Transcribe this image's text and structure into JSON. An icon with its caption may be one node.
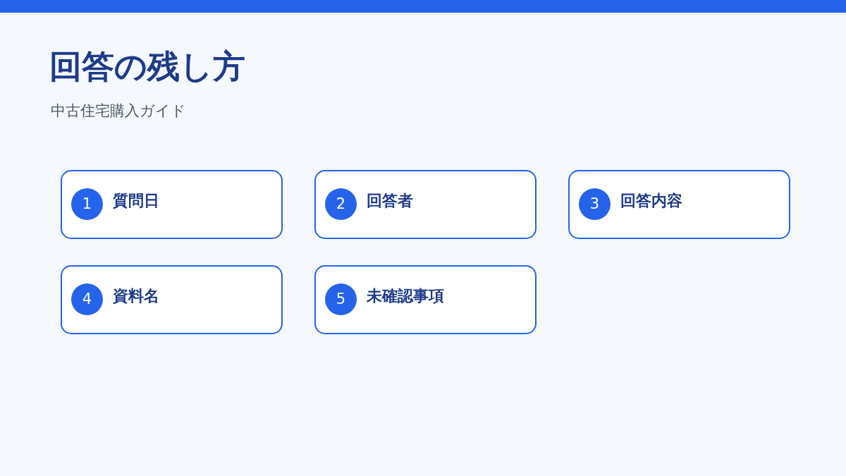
{
  "diagram": {
    "title": "回答の残し方",
    "nodes": [
      {
        "text": [],
        "shape": "bar"
      },
      {
        "text": [
          "質問日"
        ]
      },
      {
        "text": [
          "1"
        ],
        "in": 1
      },
      {
        "text": [
          "回答者"
        ]
      },
      {
        "text": [
          "2"
        ],
        "in": 3
      },
      {
        "text": [
          "回答内容"
        ]
      },
      {
        "text": [
          "3"
        ],
        "in": 5
      },
      {
        "text": [
          "資料名"
        ]
      },
      {
        "text": [
          "4"
        ],
        "in": 7
      },
      {
        "text": [
          "未確認事項"
        ]
      },
      {
        "text": [
          "5"
        ],
        "in": 9
      }
    ],
    "edges": [],
    "labels": [
      "中古住宅購入ガイド"
    ]
  }
}
